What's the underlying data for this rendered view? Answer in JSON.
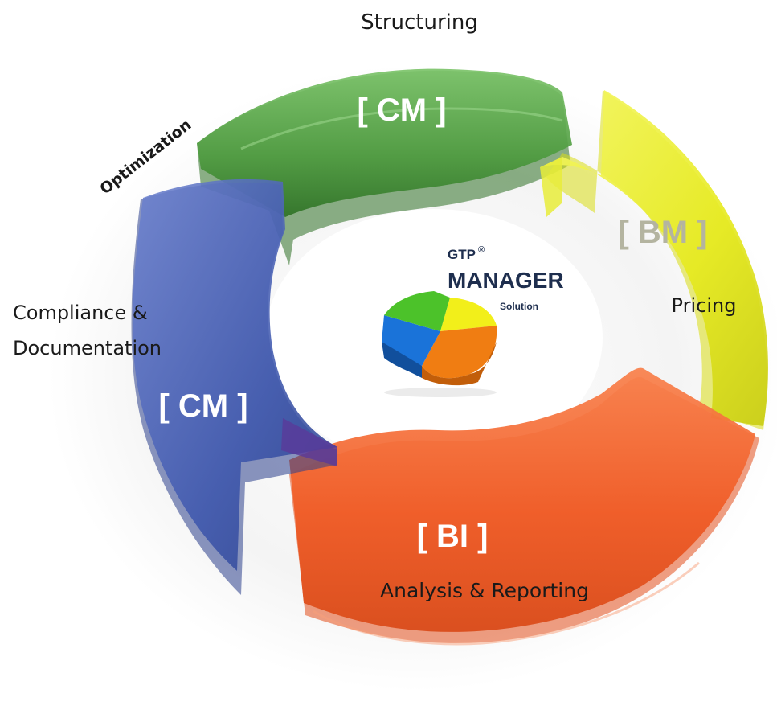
{
  "labels": {
    "structuring": "Structuring",
    "optimization": "Optimization",
    "pricing": "Pricing",
    "compliance_line1": "Compliance &",
    "compliance_line2": "Documentation",
    "analysis": "Analysis & Reporting"
  },
  "segments": {
    "green": {
      "tag": "[ CM ]",
      "color": "#5aa84a"
    },
    "yellow": {
      "tag": "[ BM ]",
      "color": "#eef22a"
    },
    "orange": {
      "tag": "[ BI ]",
      "color": "#f2632a"
    },
    "blue": {
      "tag": "[ CM ]",
      "color": "#4560b8"
    }
  },
  "center": {
    "brand": "GTP",
    "registered": "®",
    "product": "MANAGER",
    "subtitle": "Solution"
  }
}
